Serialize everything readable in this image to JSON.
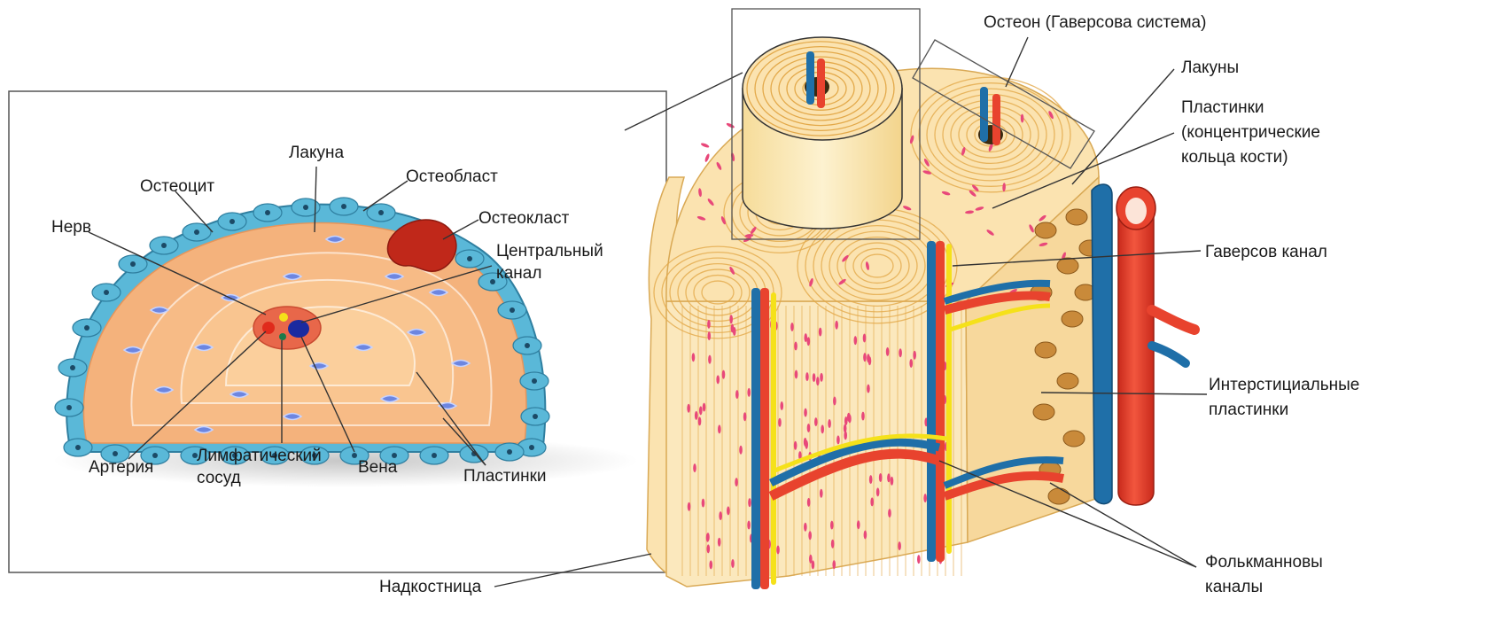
{
  "inset": {
    "labels": {
      "lacuna": "Лакуна",
      "osteocyte": "Остеоцит",
      "osteoblast": "Остеобласт",
      "osteoclast": "Остеокласт",
      "nerve": "Нерв",
      "central_canal_1": "Центральный",
      "central_canal_2": "канал",
      "artery": "Артерия",
      "lymph_1": "Лимфатический",
      "lymph_2": "сосуд",
      "vein": "Вена",
      "lamellae": "Пластинки"
    }
  },
  "block": {
    "labels": {
      "osteon": "Остеон (Гаверсова система)",
      "lacunae": "Лакуны",
      "lamellae_1": "Пластинки",
      "lamellae_2": "(концентрические",
      "lamellae_3": "кольца кости)",
      "haversian_canal": "Гаверсов канал",
      "interstitial_1": "Интерстициальные",
      "interstitial_2": "пластинки",
      "volkmann_1": "Фолькманновы",
      "volkmann_2": "каналы",
      "periosteum": "Надкостница"
    }
  },
  "colors": {
    "artery": "#e8432e",
    "vein": "#1f6fa8",
    "nerve": "#f5e11a",
    "bone": "#fbe3b0",
    "lamella": "#e3a94a",
    "lacuna": "#e8487a",
    "osteon_cell": "#f7b580",
    "periosteum_cell": "#5ab8d8"
  }
}
